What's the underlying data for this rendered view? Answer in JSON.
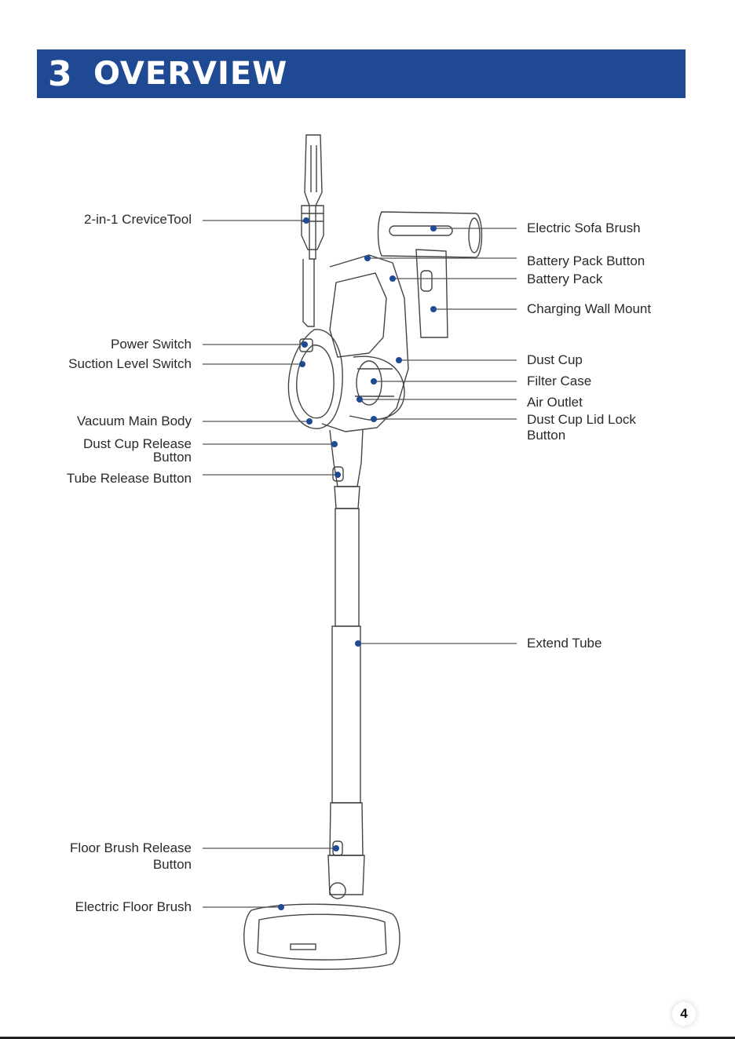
{
  "header": {
    "section_number": "3",
    "section_title": "OVERVIEW",
    "bg_color": "#1f4a93"
  },
  "colors": {
    "accent_dot": "#1f4a93",
    "line": "#555555"
  },
  "labels_left": [
    {
      "id": "crevice",
      "text": "2-in-1 CreviceTool"
    },
    {
      "id": "power",
      "text": "Power Switch"
    },
    {
      "id": "suction",
      "text": "Suction Level Switch"
    },
    {
      "id": "mainbody",
      "text": "Vacuum Main Body"
    },
    {
      "id": "dustrel1",
      "text": "Dust Cup Release"
    },
    {
      "id": "dustrel2",
      "text": "Button"
    },
    {
      "id": "tuberel",
      "text": "Tube Release Button"
    },
    {
      "id": "floorrel1",
      "text": "Floor Brush Release"
    },
    {
      "id": "floorrel2",
      "text": "Button"
    },
    {
      "id": "floorbrush",
      "text": "Electric Floor Brush"
    }
  ],
  "labels_right": [
    {
      "id": "sofa",
      "text": "Electric Sofa Brush"
    },
    {
      "id": "battbtn",
      "text": "Battery Pack Button"
    },
    {
      "id": "batt",
      "text": "Battery Pack"
    },
    {
      "id": "wall",
      "text": "Charging Wall Mount"
    },
    {
      "id": "dustcup",
      "text": "Dust Cup"
    },
    {
      "id": "filter",
      "text": "Filter Case"
    },
    {
      "id": "air",
      "text": "Air Outlet"
    },
    {
      "id": "lidlock1",
      "text": "Dust Cup Lid Lock"
    },
    {
      "id": "lidlock2",
      "text": "Button"
    },
    {
      "id": "extend",
      "text": "Extend Tube"
    }
  ],
  "page_number": "4"
}
